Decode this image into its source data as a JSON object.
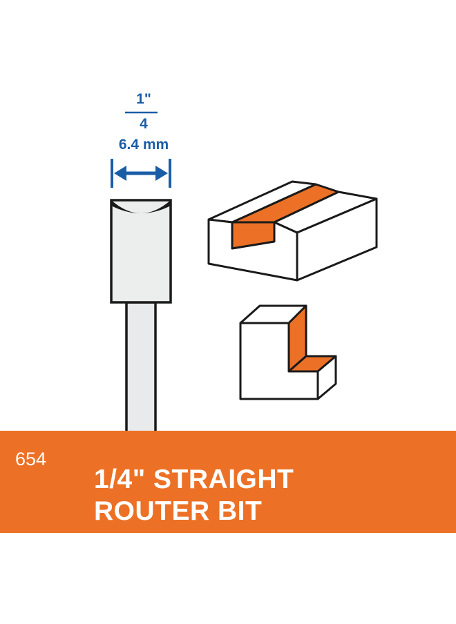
{
  "dimension": {
    "fraction_numerator": "1\"",
    "fraction_denominator": "4",
    "metric": "6.4 mm"
  },
  "banner": {
    "product_number": "654",
    "title_line1": "1/4\" STRAIGHT",
    "title_line2": "ROUTER BIT"
  },
  "icons": [
    "router-bit-icon",
    "dimension-arrow-icon",
    "groove-cut-block-icon",
    "rabbet-cut-block-icon"
  ],
  "colors": {
    "accent_orange": "#ec7126",
    "dimension_blue": "#1a5da6",
    "outline": "#1a1a1a",
    "bit_gray": "#eaebec"
  }
}
